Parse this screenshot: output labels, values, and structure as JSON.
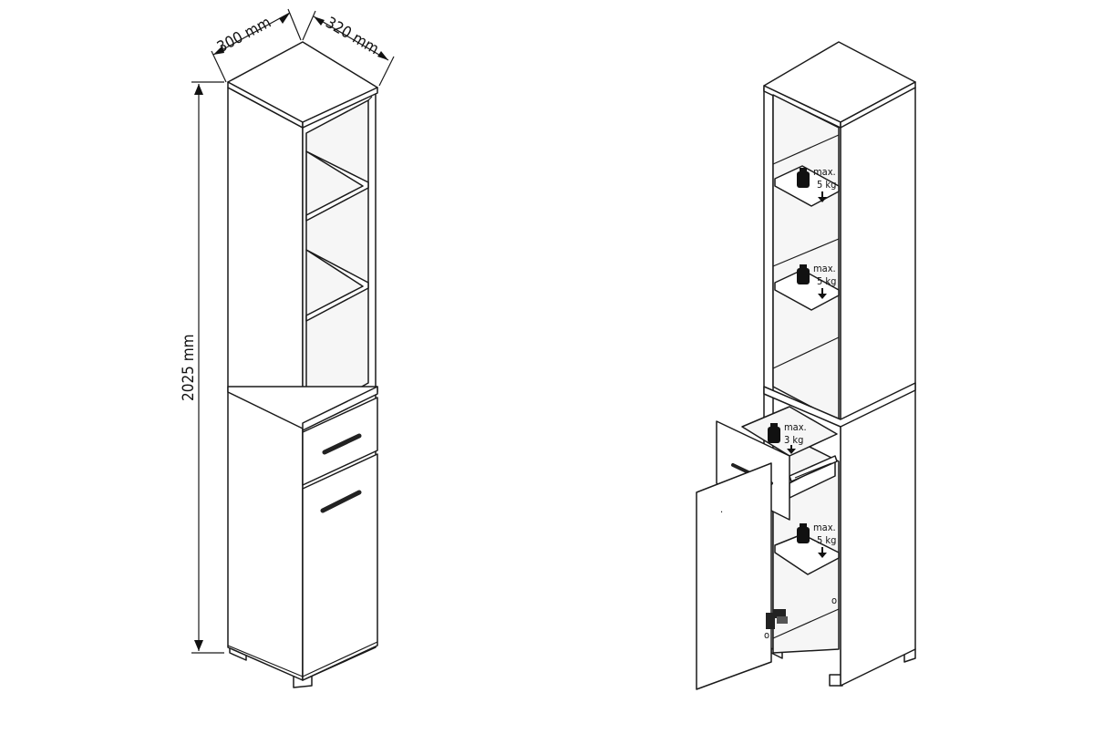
{
  "diagram": {
    "dimensions": {
      "width": "300 mm",
      "depth": "320 mm",
      "height": "2025 mm"
    },
    "load_labels": [
      {
        "id": "upper-shelf",
        "line1": "max.",
        "line2": "5 kg"
      },
      {
        "id": "middle-shelf",
        "line1": "max.",
        "line2": "5 kg"
      },
      {
        "id": "drawer",
        "line1": "max.",
        "line2": "3 kg"
      },
      {
        "id": "cabinet-shelf",
        "line1": "max.",
        "line2": "5 kg"
      }
    ],
    "icons": [
      "weight-icon",
      "down-arrow-icon",
      "hinge-icon",
      "handle-icon"
    ]
  }
}
